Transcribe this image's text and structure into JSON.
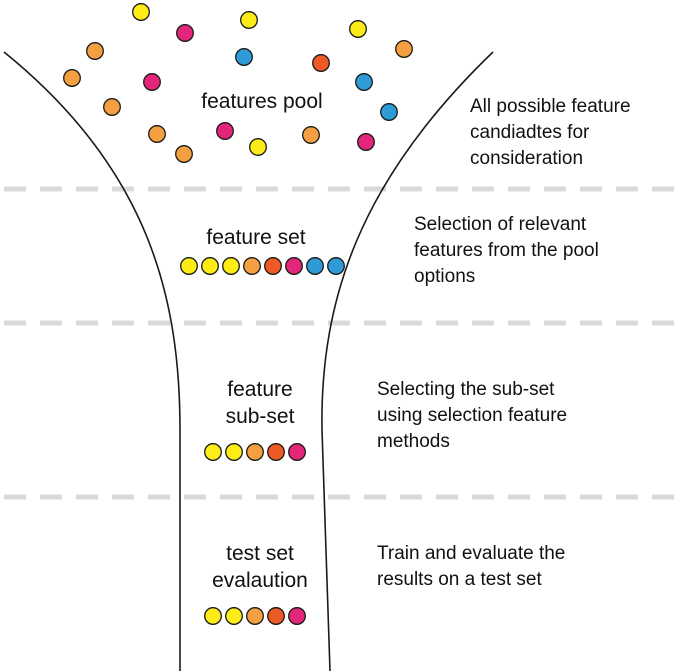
{
  "colors": {
    "yellow": "#FDEC18",
    "orange": "#F5A040",
    "red_orange": "#EE5A25",
    "magenta": "#E3267A",
    "blue": "#2F9BD6",
    "separator": "#D9D9D9",
    "outline": "#1A1A1A"
  },
  "stages": [
    {
      "label_lines": [
        "features pool"
      ],
      "description_lines": [
        "All possible feature",
        "candiadtes for",
        "consideration"
      ]
    },
    {
      "label_lines": [
        "feature set"
      ],
      "dots": [
        "yellow",
        "yellow",
        "yellow",
        "orange",
        "red_orange",
        "magenta",
        "blue",
        "blue"
      ],
      "description_lines": [
        "Selection of relevant",
        "features from the pool",
        "options"
      ]
    },
    {
      "label_lines": [
        "feature",
        "sub-set"
      ],
      "dots": [
        "yellow",
        "yellow",
        "orange",
        "red_orange",
        "magenta"
      ],
      "description_lines": [
        "Selecting the sub-set",
        "using selection feature",
        "methods"
      ]
    },
    {
      "label_lines": [
        "test set",
        "evalaution"
      ],
      "dots": [
        "yellow",
        "yellow",
        "orange",
        "red_orange",
        "magenta"
      ],
      "description_lines": [
        "Train and evaluate the",
        "results on a test set"
      ]
    }
  ],
  "pool_dots": [
    "yellow",
    "orange",
    "magenta",
    "orange",
    "yellow",
    "orange",
    "magenta",
    "blue",
    "red_orange",
    "blue",
    "orange",
    "blue",
    "yellow",
    "orange",
    "magenta",
    "yellow",
    "orange",
    "magenta",
    "orange"
  ]
}
